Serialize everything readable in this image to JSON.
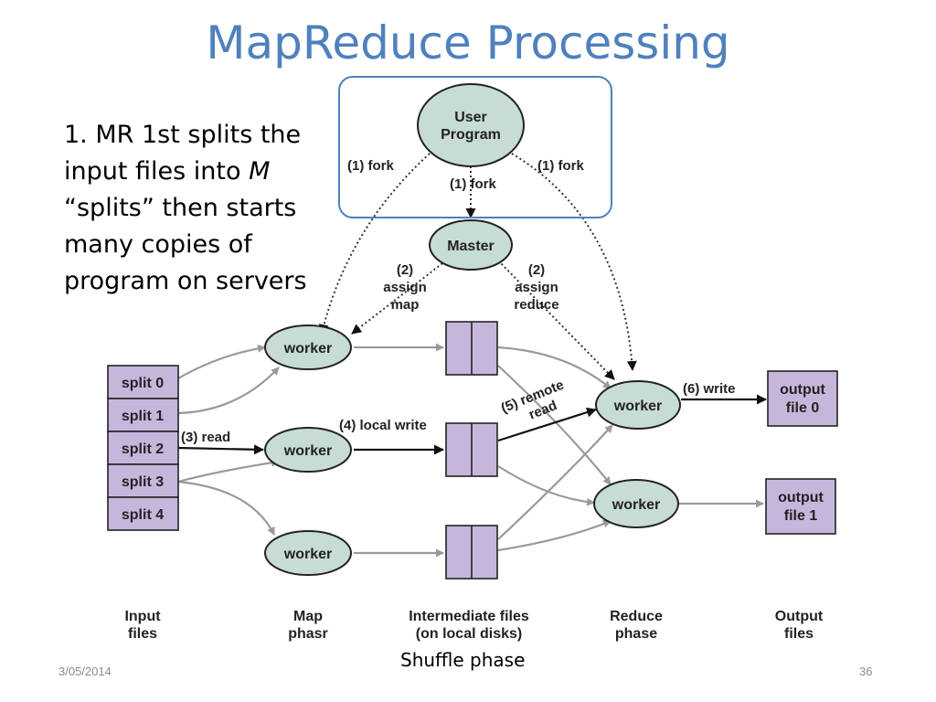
{
  "title": "MapReduce Processing",
  "body": {
    "line1": "1. MR 1st splits the",
    "line2_pre": "input files into ",
    "line2_em": "M",
    "line3": "“splits” then starts",
    "line4": "many copies of",
    "line5": "program on servers"
  },
  "diagram": {
    "user_program": [
      "User",
      "Program"
    ],
    "master": "Master",
    "fork_left": "(1) fork",
    "fork_mid": "(1) fork",
    "fork_right": "(1) fork",
    "assign_map": [
      "(2)",
      "assign",
      "map"
    ],
    "assign_reduce": [
      "(2)",
      "assign",
      "reduce"
    ],
    "splits": [
      "split 0",
      "split 1",
      "split 2",
      "split 3",
      "split 4"
    ],
    "worker": "worker",
    "read": "(3) read",
    "local_write": "(4) local write",
    "remote_read": [
      "(5) remote",
      "read"
    ],
    "write": "(6) write",
    "output_file_0": [
      "output",
      "file 0"
    ],
    "output_file_1": [
      "output",
      "file 1"
    ],
    "columns": {
      "input": [
        "Input",
        "files"
      ],
      "map": [
        "Map",
        "phasr"
      ],
      "intermediate": [
        "Intermediate files",
        "(on local disks)"
      ],
      "reduce": [
        "Reduce",
        "phase"
      ],
      "output": [
        "Output",
        "files"
      ]
    }
  },
  "shuffle_label": "Shuffle phase",
  "footer": {
    "date": "3/05/2014",
    "page": "36"
  }
}
